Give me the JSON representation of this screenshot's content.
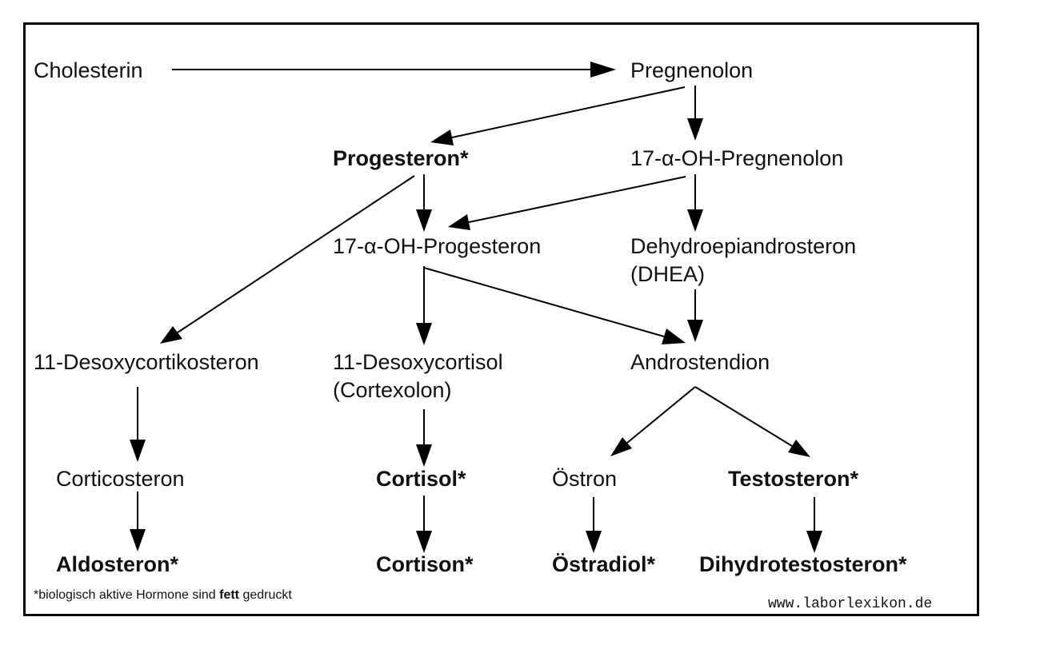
{
  "nodes": {
    "cholesterin": "Cholesterin",
    "pregnenolon": "Pregnenolon",
    "progesteron": "Progesteron*",
    "oh_pregnenolon": "17-α-OH-Pregnenolon",
    "oh_progesteron": "17-α-OH-Progesteron",
    "dhea_1": "Dehydroepiandrosteron",
    "dhea_2": "(DHEA)",
    "desoxycortikosteron": "11-Desoxycortikosteron",
    "desoxycortisol_1": "11-Desoxycortisol",
    "desoxycortisol_2": "(Cortexolon)",
    "androstendion": "Androstendion",
    "corticosteron": "Corticosteron",
    "cortisol": "Cortisol*",
    "oestron": "Östron",
    "testosteron": "Testosteron*",
    "aldosteron": "Aldosteron*",
    "cortison": "Cortison*",
    "oestradiol": "Östradiol*",
    "dihydrotestosteron": "Dihydrotestosteron*"
  },
  "footnote": {
    "prefix": "*biologisch aktive Hormone sind ",
    "bold": "fett",
    "suffix": " gedruckt"
  },
  "source": "www.laborlexikon.de",
  "edges": [
    [
      "cholesterin",
      "pregnenolon"
    ],
    [
      "pregnenolon",
      "progesteron"
    ],
    [
      "pregnenolon",
      "oh_pregnenolon"
    ],
    [
      "progesteron",
      "oh_progesteron"
    ],
    [
      "progesteron",
      "desoxycortikosteron"
    ],
    [
      "oh_pregnenolon",
      "oh_progesteron"
    ],
    [
      "oh_pregnenolon",
      "dhea"
    ],
    [
      "oh_progesteron",
      "desoxycortisol"
    ],
    [
      "oh_progesteron",
      "androstendion"
    ],
    [
      "dhea",
      "androstendion"
    ],
    [
      "desoxycortikosteron",
      "corticosteron"
    ],
    [
      "desoxycortisol",
      "cortisol"
    ],
    [
      "androstendion",
      "oestron"
    ],
    [
      "androstendion",
      "testosteron"
    ],
    [
      "corticosteron",
      "aldosteron"
    ],
    [
      "cortisol",
      "cortison"
    ],
    [
      "oestron",
      "oestradiol"
    ],
    [
      "testosteron",
      "dihydrotestosteron"
    ]
  ]
}
